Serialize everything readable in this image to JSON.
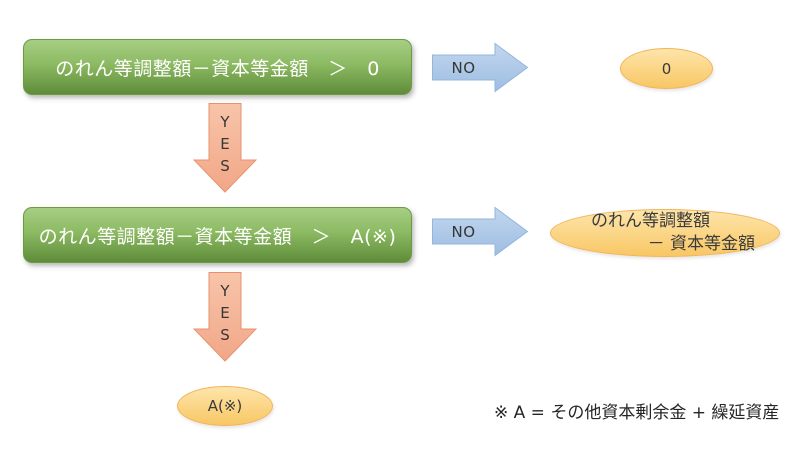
{
  "diagram": {
    "condition1": "のれん等調整額－資本等金額　＞　0",
    "condition2": "のれん等調整額－資本等金額　＞　A(※)",
    "no_label": "NO",
    "yes_label": "YES",
    "result_zero": "0",
    "result_diff": {
      "line1": "のれん等調整額",
      "line2": "－ 資本等金額"
    },
    "result_a": "A(※)",
    "footnote": "※ A = その他資本剰余金 + 繰延資産"
  },
  "colors": {
    "box_green_top": "#a6ce84",
    "box_green_bottom": "#5f8c3a",
    "arrow_blue_top": "#c3d7ee",
    "arrow_blue_bottom": "#9dbde2",
    "arrow_salmon_top": "#f8c4a9",
    "arrow_salmon_bottom": "#f1a787",
    "ellipse_orange_top": "#fde5ab",
    "ellipse_orange_bottom": "#f8c765",
    "text_on_green": "#ffffff",
    "label_dark": "#363636"
  }
}
